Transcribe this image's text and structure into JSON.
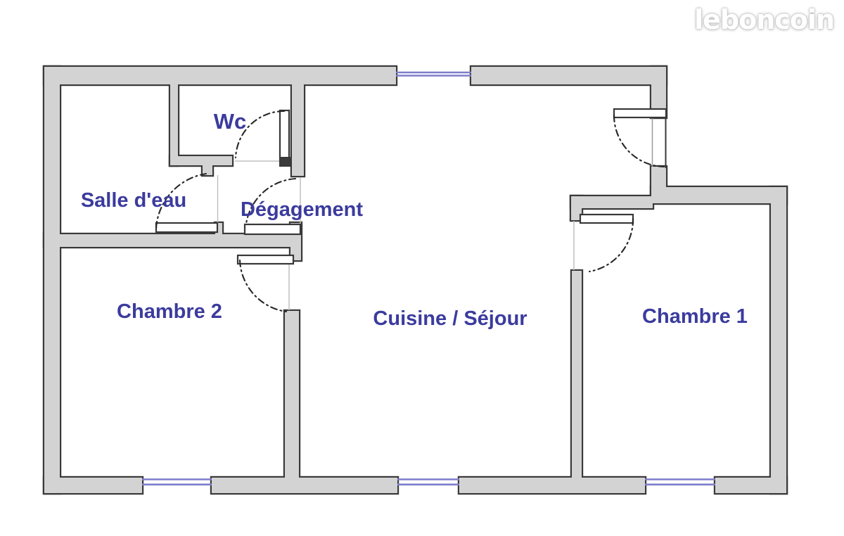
{
  "brand": {
    "logo": "leboncoin"
  },
  "floorplan": {
    "rooms": [
      {
        "name": "Wc"
      },
      {
        "name": "Salle d'eau"
      },
      {
        "name": "Dégagement"
      },
      {
        "name": "Chambre 2"
      },
      {
        "name": "Cuisine / Séjour"
      },
      {
        "name": "Chambre 1"
      }
    ],
    "colors": {
      "background": "#ffffff",
      "wall_fill": "#d3d3d3",
      "wall_outline": "#3a3a3a",
      "window": "#7d7dcb",
      "door_leaf_fill": "#ffffff",
      "door_swing": "#262626",
      "opening_line": "#c0c0c0",
      "room_label": "#3b3b9e",
      "logo_text": "#ffffff",
      "logo_glow": "#c9c9c9"
    }
  }
}
